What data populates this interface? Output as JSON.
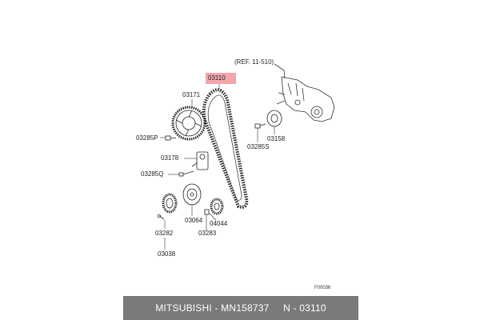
{
  "diagram": {
    "ref_label": "(REF. 11-510)",
    "highlight_color": "#f2a6ac",
    "parts": {
      "p03110": "03110",
      "p03171": "03171",
      "p03285P": "03285P",
      "p03178": "03178",
      "p03285Q": "03285Q",
      "p03158": "03158",
      "p03285S": "03285S",
      "p03064": "03064",
      "p04044": "04044",
      "p03282": "03282",
      "p03283": "03283",
      "p03038": "03038"
    },
    "figure_id": "F00036"
  },
  "footer": {
    "text": "MITSUBISHI - MN158737     N - 03110",
    "background": "#7a7a7a"
  }
}
